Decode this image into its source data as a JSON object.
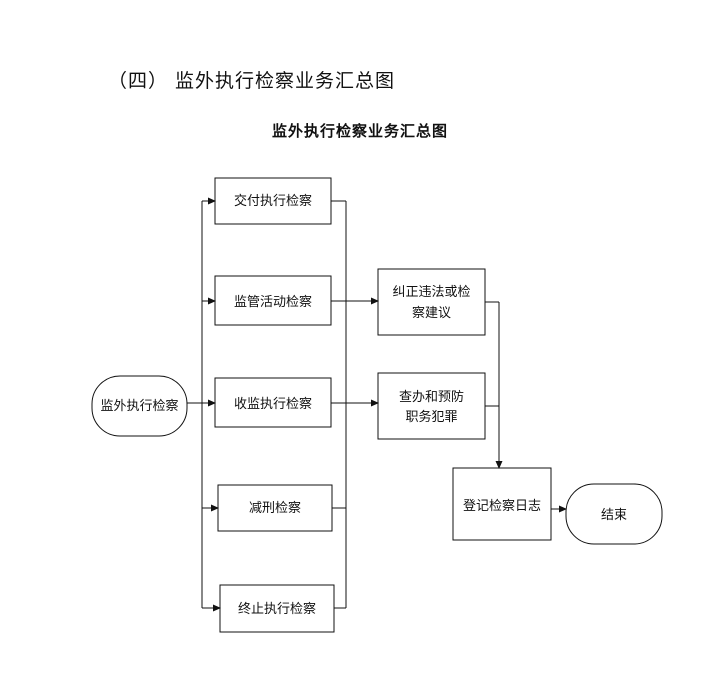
{
  "heading": "（四） 监外执行检察业务汇总图",
  "title": "监外执行检察业务汇总图",
  "nodes": {
    "start": "监外执行检察",
    "jiaofu": "交付执行检察",
    "jianguan": "监管活动检察",
    "shoujian": "收监执行检察",
    "jianxing": "减刑检察",
    "zhongzhi": "终止执行检察",
    "jiuzheng_1": "纠正违法或检",
    "jiuzheng_2": "察建议",
    "chaban_1": "查办和预防",
    "chaban_2": "职务犯罪",
    "dengji": "登记检察日志",
    "end": "结束"
  }
}
